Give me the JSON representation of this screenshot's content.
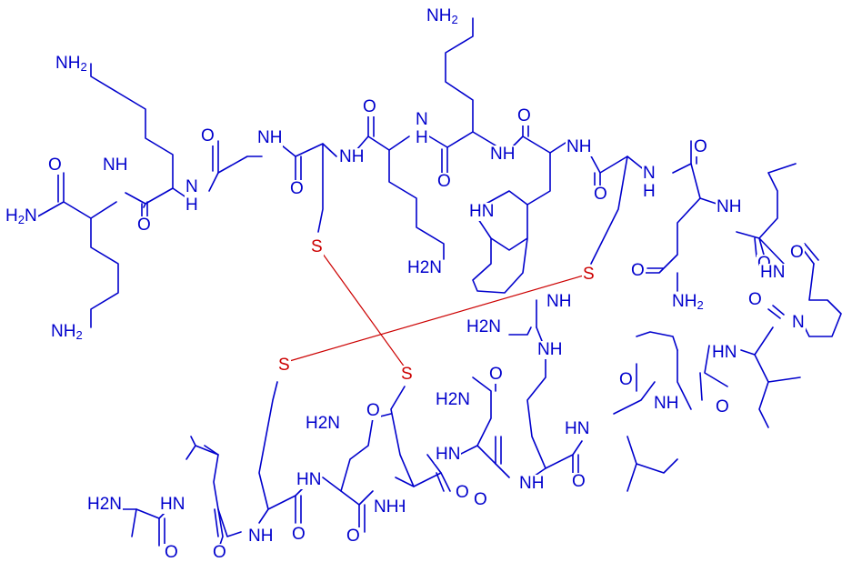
{
  "structure": {
    "colors": {
      "bond": "#0000cc",
      "disulfide": "#cc0000",
      "background": "#ffffff"
    },
    "atoms": [
      {
        "id": "a1",
        "main": "NH",
        "sub": "2",
        "lead": ""
      },
      {
        "id": "a2",
        "main": "NH",
        "sub": "2",
        "lead": ""
      },
      {
        "id": "a3",
        "main": "O",
        "sub": "",
        "lead": ""
      },
      {
        "id": "a4",
        "main": "NH",
        "sub": "",
        "lead": ""
      },
      {
        "id": "a5",
        "main": "O",
        "sub": "",
        "lead": ""
      },
      {
        "id": "a6",
        "main": "H",
        "sub": "",
        "lead": ""
      },
      {
        "id": "a7",
        "main": "N",
        "sub": "",
        "lead": ""
      },
      {
        "id": "a8",
        "main": "O",
        "sub": "",
        "lead": ""
      },
      {
        "id": "a9",
        "main": "NH",
        "sub": "",
        "lead": ""
      },
      {
        "id": "a10",
        "main": "O",
        "sub": "",
        "lead": ""
      },
      {
        "id": "a11",
        "main": "O",
        "sub": "",
        "lead": ""
      },
      {
        "id": "a12",
        "main": "NH",
        "sub": "",
        "lead": ""
      },
      {
        "id": "a13",
        "main": "NH",
        "sub": "2",
        "lead": ""
      },
      {
        "id": "a14",
        "main": "N",
        "sub": "",
        "lead": "H"
      },
      {
        "id": "a15",
        "main": "O",
        "sub": "",
        "lead": ""
      },
      {
        "id": "a16",
        "main": "NH",
        "sub": "",
        "lead": ""
      },
      {
        "id": "a17",
        "main": "O",
        "sub": "",
        "lead": ""
      },
      {
        "id": "a18",
        "main": "NH",
        "sub": "",
        "lead": ""
      },
      {
        "id": "a19",
        "main": "O",
        "sub": "",
        "lead": ""
      },
      {
        "id": "a20",
        "main": "N",
        "sub": "",
        "lead": "H"
      },
      {
        "id": "a21",
        "main": "NH",
        "sub": "",
        "lead": ""
      },
      {
        "id": "a22",
        "main": "O",
        "sub": "",
        "lead": ""
      },
      {
        "id": "a23",
        "main": "N",
        "sub": "",
        "lead": "H"
      },
      {
        "id": "a24",
        "main": "O",
        "sub": "",
        "lead": ""
      },
      {
        "id": "a25",
        "main": "NH",
        "sub": "",
        "lead": ""
      },
      {
        "id": "a26",
        "main": "O",
        "sub": "",
        "lead": ""
      },
      {
        "id": "a27",
        "main": "O",
        "sub": "",
        "lead": ""
      },
      {
        "id": "a28",
        "main": "NH",
        "sub": "2",
        "lead": ""
      },
      {
        "id": "a29",
        "main": "N",
        "sub": "",
        "lead": "H"
      },
      {
        "id": "a30",
        "main": "O",
        "sub": "",
        "lead": ""
      },
      {
        "id": "a31",
        "main": "N",
        "sub": "",
        "lead": ""
      },
      {
        "id": "a32",
        "main": "O",
        "sub": "",
        "lead": ""
      },
      {
        "id": "a33",
        "main": "HN",
        "sub": "",
        "lead": ""
      },
      {
        "id": "a34",
        "main": "HN",
        "sub": "",
        "lead": ""
      },
      {
        "id": "a35",
        "main": "NH",
        "sub": "",
        "lead": ""
      },
      {
        "id": "a36",
        "main": "NH",
        "sub": "",
        "lead": ""
      },
      {
        "id": "a37",
        "main": "O",
        "sub": "",
        "lead": ""
      },
      {
        "id": "a38",
        "main": "N",
        "sub": "",
        "lead": "H"
      },
      {
        "id": "a39",
        "main": "N",
        "sub": "",
        "lead": "H"
      },
      {
        "id": "a40",
        "main": "O",
        "sub": "",
        "lead": ""
      },
      {
        "id": "a41",
        "main": "O",
        "sub": "",
        "lead": ""
      },
      {
        "id": "a42",
        "main": "NH",
        "sub": "2",
        "lead": ""
      },
      {
        "id": "a43",
        "main": "O",
        "sub": "",
        "lead": ""
      },
      {
        "id": "a44",
        "main": "HN",
        "sub": "",
        "lead": ""
      },
      {
        "id": "a45",
        "main": "NH",
        "sub": "",
        "lead": ""
      },
      {
        "id": "a46",
        "main": "O",
        "sub": "",
        "lead": ""
      },
      {
        "id": "a47",
        "main": "NH",
        "sub": "",
        "lead": ""
      },
      {
        "id": "a48",
        "main": "O",
        "sub": "",
        "lead": ""
      },
      {
        "id": "a49",
        "main": "O",
        "sub": "",
        "lead": ""
      },
      {
        "id": "a50",
        "main": "HN",
        "sub": "",
        "lead": ""
      },
      {
        "id": "a51",
        "main": "O",
        "sub": "",
        "lead": ""
      },
      {
        "id": "a52",
        "main": "NH",
        "sub": "",
        "lead": ""
      },
      {
        "id": "a53",
        "main": "O",
        "sub": "",
        "lead": ""
      },
      {
        "id": "a54",
        "main": "NH",
        "sub": "",
        "lead": ""
      },
      {
        "id": "a55",
        "main": "HN",
        "sub": "",
        "lead": ""
      },
      {
        "id": "a56",
        "main": "NH",
        "sub": "",
        "lead": ""
      },
      {
        "id": "a57",
        "main": "O",
        "sub": "",
        "lead": ""
      },
      {
        "id": "a58",
        "main": "O",
        "sub": "",
        "lead": ""
      },
      {
        "id": "a59",
        "main": "NH",
        "sub": "",
        "lead": ""
      },
      {
        "id": "a60",
        "main": "O",
        "sub": "",
        "lead": ""
      },
      {
        "id": "a61",
        "main": "O",
        "sub": "",
        "lead": ""
      },
      {
        "id": "a62",
        "main": "O",
        "sub": "",
        "lead": ""
      },
      {
        "id": "a63",
        "main": "NH",
        "sub": "",
        "lead": ""
      },
      {
        "id": "a64",
        "main": "HN",
        "sub": "",
        "lead": ""
      },
      {
        "id": "a65",
        "main": "NH",
        "sub": "",
        "lead": ""
      },
      {
        "id": "a66",
        "main": "NH",
        "sub": "",
        "lead": ""
      },
      {
        "id": "a67",
        "main": "O",
        "sub": "",
        "lead": ""
      },
      {
        "id": "a68",
        "main": "N",
        "sub": "",
        "lead": "H"
      },
      {
        "id": "a69",
        "main": "O",
        "sub": "",
        "lead": ""
      },
      {
        "id": "a70",
        "main": "NH",
        "sub": "2",
        "lead": ""
      },
      {
        "id": "a71",
        "main": "NH",
        "sub": "2",
        "lead": ""
      },
      {
        "id": "a72",
        "main": "NH",
        "sub": "",
        "lead": ""
      },
      {
        "id": "a73",
        "main": "NH",
        "sub": "2",
        "lead": ""
      },
      {
        "id": "a74",
        "main": "NH",
        "sub": "2",
        "lead": ""
      },
      {
        "id": "a75",
        "main": "NH",
        "sub": "2",
        "lead": ""
      },
      {
        "id": "a76",
        "main": "NH",
        "sub": "2",
        "lead": ""
      },
      {
        "id": "a77",
        "main": "NH",
        "sub": "2",
        "lead": ""
      }
    ],
    "atom_text": {
      "a1": "NH2",
      "a2": "NH2",
      "a3": "O",
      "a4": "NH",
      "a5": "O",
      "a6": "H",
      "a7": "N",
      "a8": "O",
      "a9": "NH",
      "a10": "O",
      "a11": "O",
      "a12": "NH",
      "a13": "NH2",
      "a14": "HN",
      "a15": "O"
    },
    "sulfur_atoms": [
      "S",
      "S",
      "S",
      "S"
    ]
  }
}
